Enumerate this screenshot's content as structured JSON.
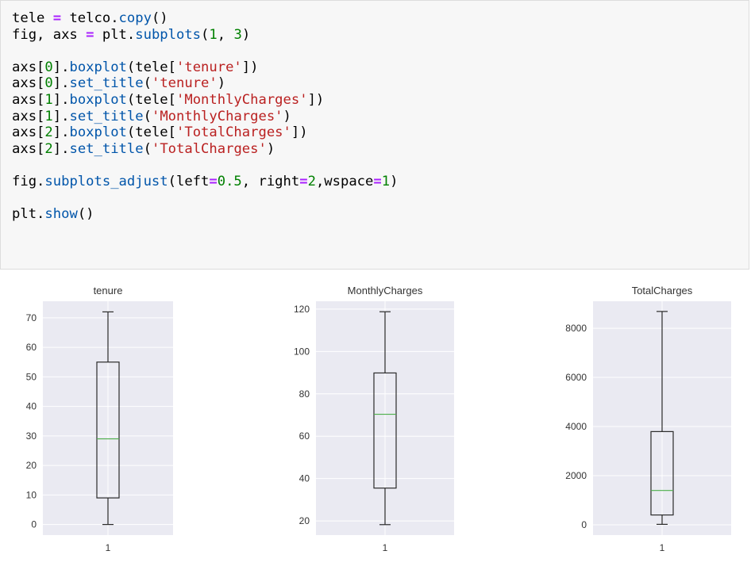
{
  "code_cell": {
    "lines": [
      [
        [
          "tele ",
          "plain"
        ],
        [
          "=",
          "op"
        ],
        [
          " telco.",
          "plain"
        ],
        [
          "copy",
          "fn"
        ],
        [
          "()",
          "plain"
        ]
      ],
      [
        [
          "fig, axs ",
          "plain"
        ],
        [
          "=",
          "op"
        ],
        [
          " plt.",
          "plain"
        ],
        [
          "subplots",
          "fn"
        ],
        [
          "(",
          "plain"
        ],
        [
          "1",
          "num"
        ],
        [
          ", ",
          "plain"
        ],
        [
          "3",
          "num"
        ],
        [
          ")",
          "plain"
        ]
      ],
      [],
      [
        [
          "axs[",
          "plain"
        ],
        [
          "0",
          "num"
        ],
        [
          "].",
          "plain"
        ],
        [
          "boxplot",
          "fn"
        ],
        [
          "(tele[",
          "plain"
        ],
        [
          "'tenure'",
          "str"
        ],
        [
          "])",
          "plain"
        ]
      ],
      [
        [
          "axs[",
          "plain"
        ],
        [
          "0",
          "num"
        ],
        [
          "].",
          "plain"
        ],
        [
          "set_title",
          "fn"
        ],
        [
          "(",
          "plain"
        ],
        [
          "'tenure'",
          "str"
        ],
        [
          ")",
          "plain"
        ]
      ],
      [
        [
          "axs[",
          "plain"
        ],
        [
          "1",
          "num"
        ],
        [
          "].",
          "plain"
        ],
        [
          "boxplot",
          "fn"
        ],
        [
          "(tele[",
          "plain"
        ],
        [
          "'MonthlyCharges'",
          "str"
        ],
        [
          "])",
          "plain"
        ]
      ],
      [
        [
          "axs[",
          "plain"
        ],
        [
          "1",
          "num"
        ],
        [
          "].",
          "plain"
        ],
        [
          "set_title",
          "fn"
        ],
        [
          "(",
          "plain"
        ],
        [
          "'MonthlyCharges'",
          "str"
        ],
        [
          ")",
          "plain"
        ]
      ],
      [
        [
          "axs[",
          "plain"
        ],
        [
          "2",
          "num"
        ],
        [
          "].",
          "plain"
        ],
        [
          "boxplot",
          "fn"
        ],
        [
          "(tele[",
          "plain"
        ],
        [
          "'TotalCharges'",
          "str"
        ],
        [
          "])",
          "plain"
        ]
      ],
      [
        [
          "axs[",
          "plain"
        ],
        [
          "2",
          "num"
        ],
        [
          "].",
          "plain"
        ],
        [
          "set_title",
          "fn"
        ],
        [
          "(",
          "plain"
        ],
        [
          "'TotalCharges'",
          "str"
        ],
        [
          ")",
          "plain"
        ]
      ],
      [],
      [
        [
          "fig.",
          "plain"
        ],
        [
          "subplots_adjust",
          "fn"
        ],
        [
          "(left",
          "plain"
        ],
        [
          "=",
          "op"
        ],
        [
          "0.5",
          "num"
        ],
        [
          ", right",
          "plain"
        ],
        [
          "=",
          "op"
        ],
        [
          "2",
          "num"
        ],
        [
          ",wspace",
          "plain"
        ],
        [
          "=",
          "op"
        ],
        [
          "1",
          "num"
        ],
        [
          ")",
          "plain"
        ]
      ],
      [],
      [
        [
          "plt.",
          "plain"
        ],
        [
          "show",
          "fn"
        ],
        [
          "()",
          "plain"
        ]
      ]
    ]
  },
  "colors": {
    "axes_bg": "#eaeaf2",
    "grid": "#ffffff",
    "box": "#2b2b2b",
    "median": "#4daf4a",
    "tick_text": "#333333"
  },
  "chart_data": [
    {
      "type": "boxplot",
      "title": "tenure",
      "categories": [
        "1"
      ],
      "yticks": [
        0,
        10,
        20,
        30,
        40,
        50,
        60,
        70
      ],
      "ylim": [
        -3.6,
        75.6
      ],
      "whisker_low": 0,
      "q1": 9,
      "median": 29,
      "q3": 55,
      "whisker_high": 72,
      "grid": true
    },
    {
      "type": "boxplot",
      "title": "MonthlyCharges",
      "categories": [
        "1"
      ],
      "yticks": [
        20,
        40,
        60,
        80,
        100,
        120
      ],
      "ylim": [
        13.3,
        123.7
      ],
      "whisker_low": 18.25,
      "q1": 35.5,
      "median": 70.35,
      "q3": 89.85,
      "whisker_high": 118.75,
      "grid": true
    },
    {
      "type": "boxplot",
      "title": "TotalCharges",
      "categories": [
        "1"
      ],
      "yticks": [
        0,
        2000,
        4000,
        6000,
        8000
      ],
      "ylim": [
        -420,
        9100
      ],
      "whisker_low": 18.8,
      "q1": 400,
      "median": 1397,
      "q3": 3795,
      "whisker_high": 8684.8,
      "grid": true
    }
  ]
}
